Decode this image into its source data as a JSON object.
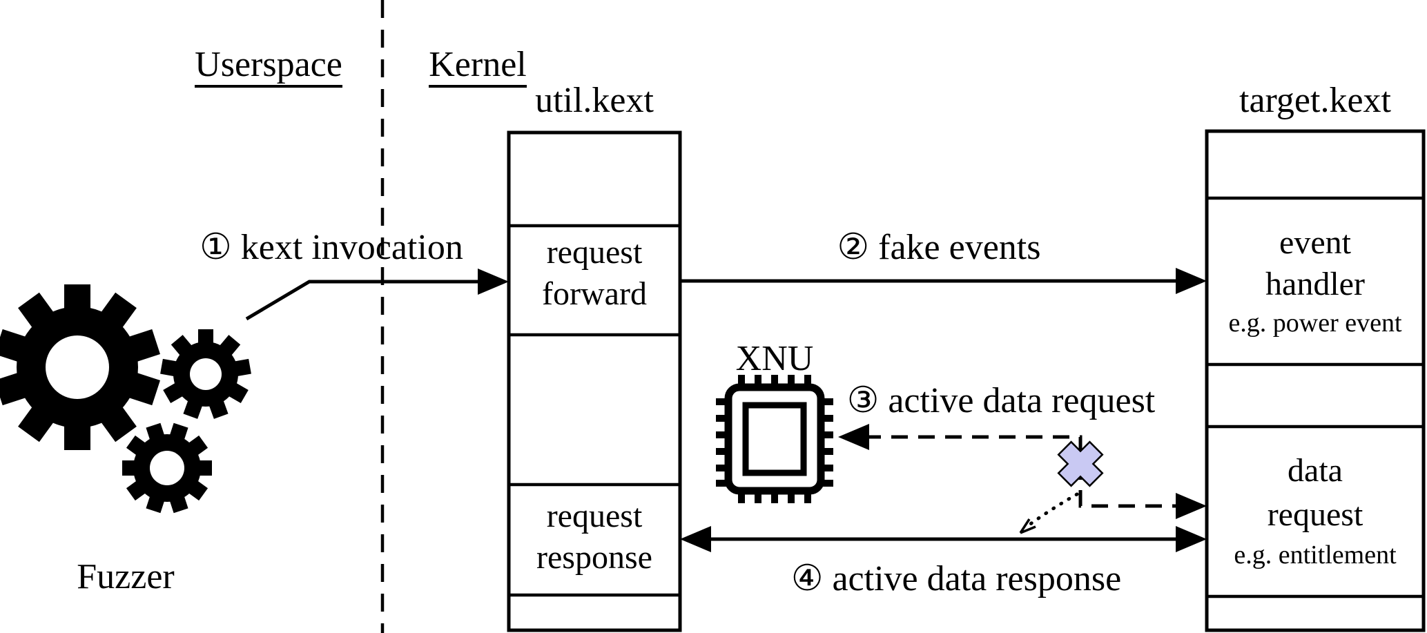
{
  "regions": {
    "userspace_label": "Userspace",
    "kernel_label": "Kernel"
  },
  "fuzzer": {
    "label": "Fuzzer"
  },
  "xnu": {
    "label": "XNU"
  },
  "util_kext": {
    "title": "util.kext",
    "request_forward_line1": "request",
    "request_forward_line2": "forward",
    "request_response_line1": "request",
    "request_response_line2": "response"
  },
  "target_kext": {
    "title": "target.kext",
    "event_handler_line1": "event",
    "event_handler_line2": "handler",
    "event_handler_example": "e.g. power event",
    "data_request_line1": "data",
    "data_request_line2": "request",
    "data_request_example": "e.g. entitlement"
  },
  "arrows": {
    "step1_label": "① kext invocation",
    "step2_label": "② fake events",
    "step3_label": "③ active data request",
    "step4_label": "④ active data response"
  },
  "colors": {
    "line": "#000000",
    "block_marker_fill": "#c9c9f3",
    "block_marker_stroke": "#000000"
  }
}
